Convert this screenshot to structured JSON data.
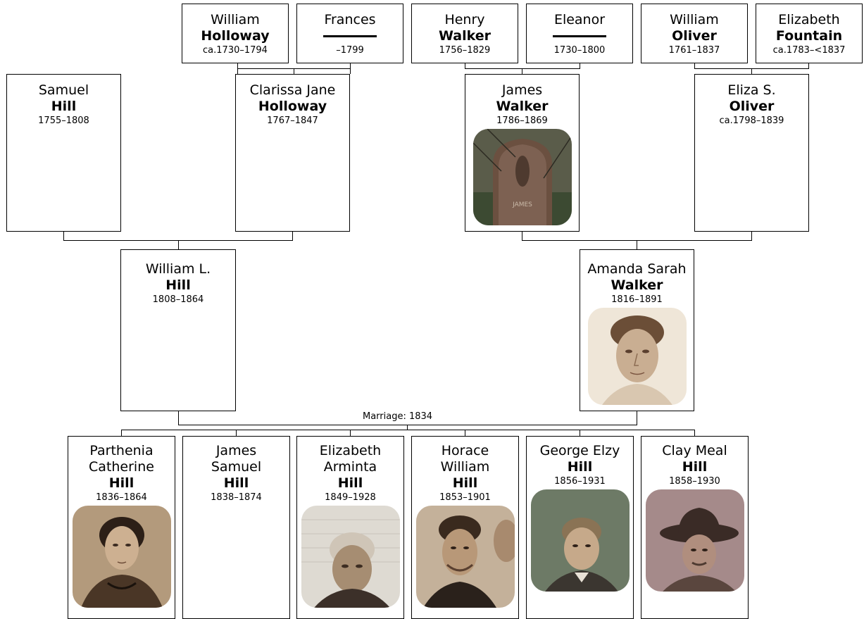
{
  "great_grandparents": [
    {
      "given": "William",
      "surname": "Holloway",
      "dates": "ca.1730–1794"
    },
    {
      "given": "Frances",
      "surname": "",
      "surname_unknown": true,
      "dates": "–1799"
    },
    {
      "given": "Henry",
      "surname": "Walker",
      "dates": "1756–1829"
    },
    {
      "given": "Eleanor",
      "surname": "",
      "surname_unknown": true,
      "dates": "1730–1800"
    },
    {
      "given": "William",
      "surname": "Oliver",
      "dates": "1761–1837"
    },
    {
      "given": "Elizabeth",
      "surname": "Fountain",
      "dates": "ca.1783–<1837"
    }
  ],
  "grandparents": [
    {
      "given": "Samuel",
      "surname": "Hill",
      "dates": "1755–1808"
    },
    {
      "given": "Clarissa Jane",
      "surname": "Holloway",
      "dates": "1767–1847"
    },
    {
      "given": "James",
      "surname": "Walker",
      "dates": "1786–1869",
      "photo": "gravestone"
    },
    {
      "given": "Eliza S.",
      "surname": "Oliver",
      "dates": "ca.1798–1839"
    }
  ],
  "parents": [
    {
      "given": "William L.",
      "surname": "Hill",
      "dates": "1808–1864"
    },
    {
      "given": "Amanda Sarah",
      "surname": "Walker",
      "dates": "1816–1891",
      "photo": "woman-portrait"
    }
  ],
  "marriage_label": "Marriage: 1834",
  "children": [
    {
      "given": "Parthenia\nCatherine",
      "surname": "Hill",
      "dates": "1836–1864",
      "photo": "woman-portrait"
    },
    {
      "given": "James\nSamuel",
      "surname": "Hill",
      "dates": "1838–1874"
    },
    {
      "given": "Elizabeth\nArminta",
      "surname": "Hill",
      "dates": "1849–1928",
      "photo": "elderly-portrait"
    },
    {
      "given": "Horace\nWilliam",
      "surname": "Hill",
      "dates": "1853–1901",
      "photo": "man-portrait"
    },
    {
      "given": "George Elzy",
      "surname": "Hill",
      "dates": "1856–1931",
      "photo": "man-portrait"
    },
    {
      "given": "Clay Meal",
      "surname": "Hill",
      "dates": "1858–1930",
      "photo": "hat-portrait"
    }
  ]
}
